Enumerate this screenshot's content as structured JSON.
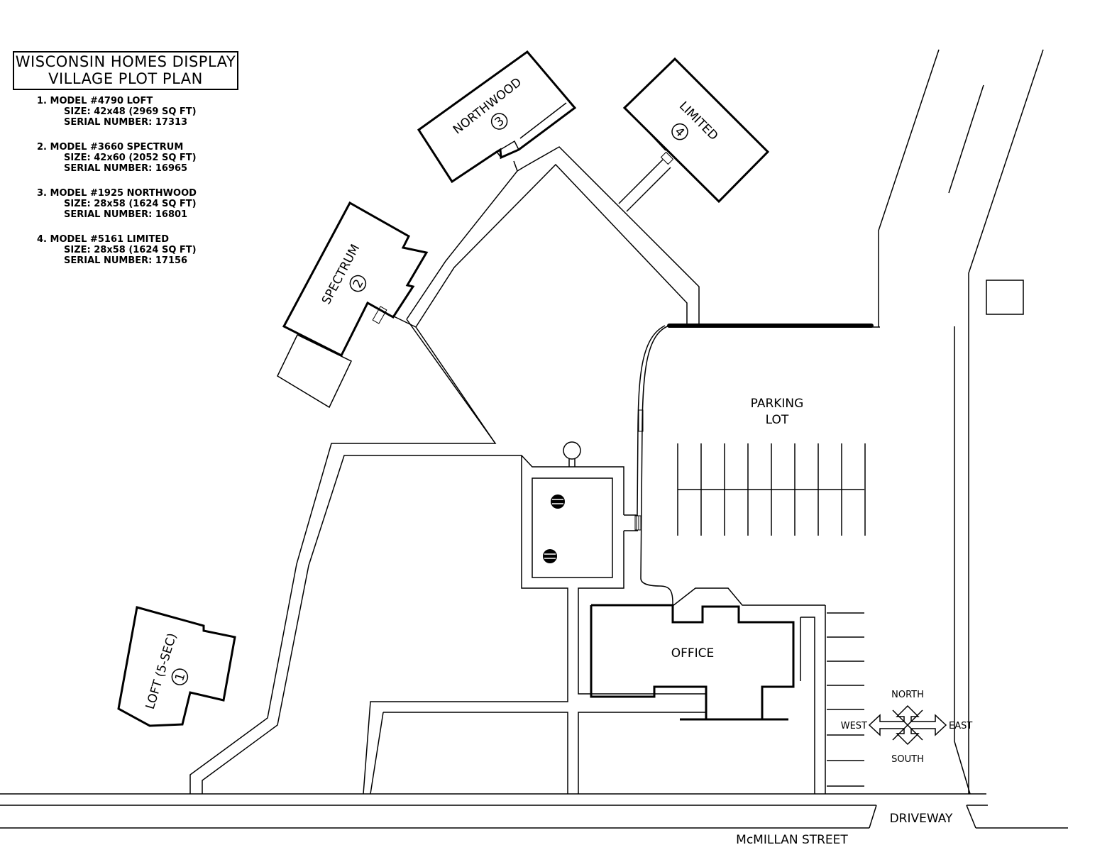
{
  "title": {
    "line1": "WISCONSIN HOMES DISPLAY",
    "line2": "VILLAGE PLOT PLAN"
  },
  "models": [
    {
      "heading": "1. MODEL #4790 LOFT",
      "size": "SIZE: 42x48 (2969 SQ FT)",
      "serial": "SERIAL NUMBER: 17313"
    },
    {
      "heading": "2. MODEL #3660 SPECTRUM",
      "size": "SIZE: 42x60 (2052 SQ FT)",
      "serial": "SERIAL NUMBER: 16965"
    },
    {
      "heading": "3. MODEL #1925 NORTHWOOD",
      "size": "SIZE: 28x58 (1624 SQ FT)",
      "serial": "SERIAL NUMBER: 16801"
    },
    {
      "heading": "4. MODEL #5161 LIMITED",
      "size": "SIZE: 28x58 (1624 SQ FT)",
      "serial": "SERIAL NUMBER: 17156"
    }
  ],
  "buildings": {
    "loft": {
      "label": "LOFT (5-SEC)",
      "number": "1"
    },
    "spectrum": {
      "label": "SPECTRUM",
      "number": "2"
    },
    "northwood": {
      "label": "NORTHWOOD",
      "number": "3"
    },
    "limited": {
      "label": "LIMITED",
      "number": "4"
    },
    "office": {
      "label": "OFFICE"
    }
  },
  "parking": {
    "line1": "PARKING",
    "line2": "LOT"
  },
  "compass": {
    "north": "NORTH",
    "south": "SOUTH",
    "east": "EAST",
    "west": "WEST"
  },
  "streets": {
    "driveway": "DRIVEWAY",
    "street": "McMILLAN STREET"
  }
}
